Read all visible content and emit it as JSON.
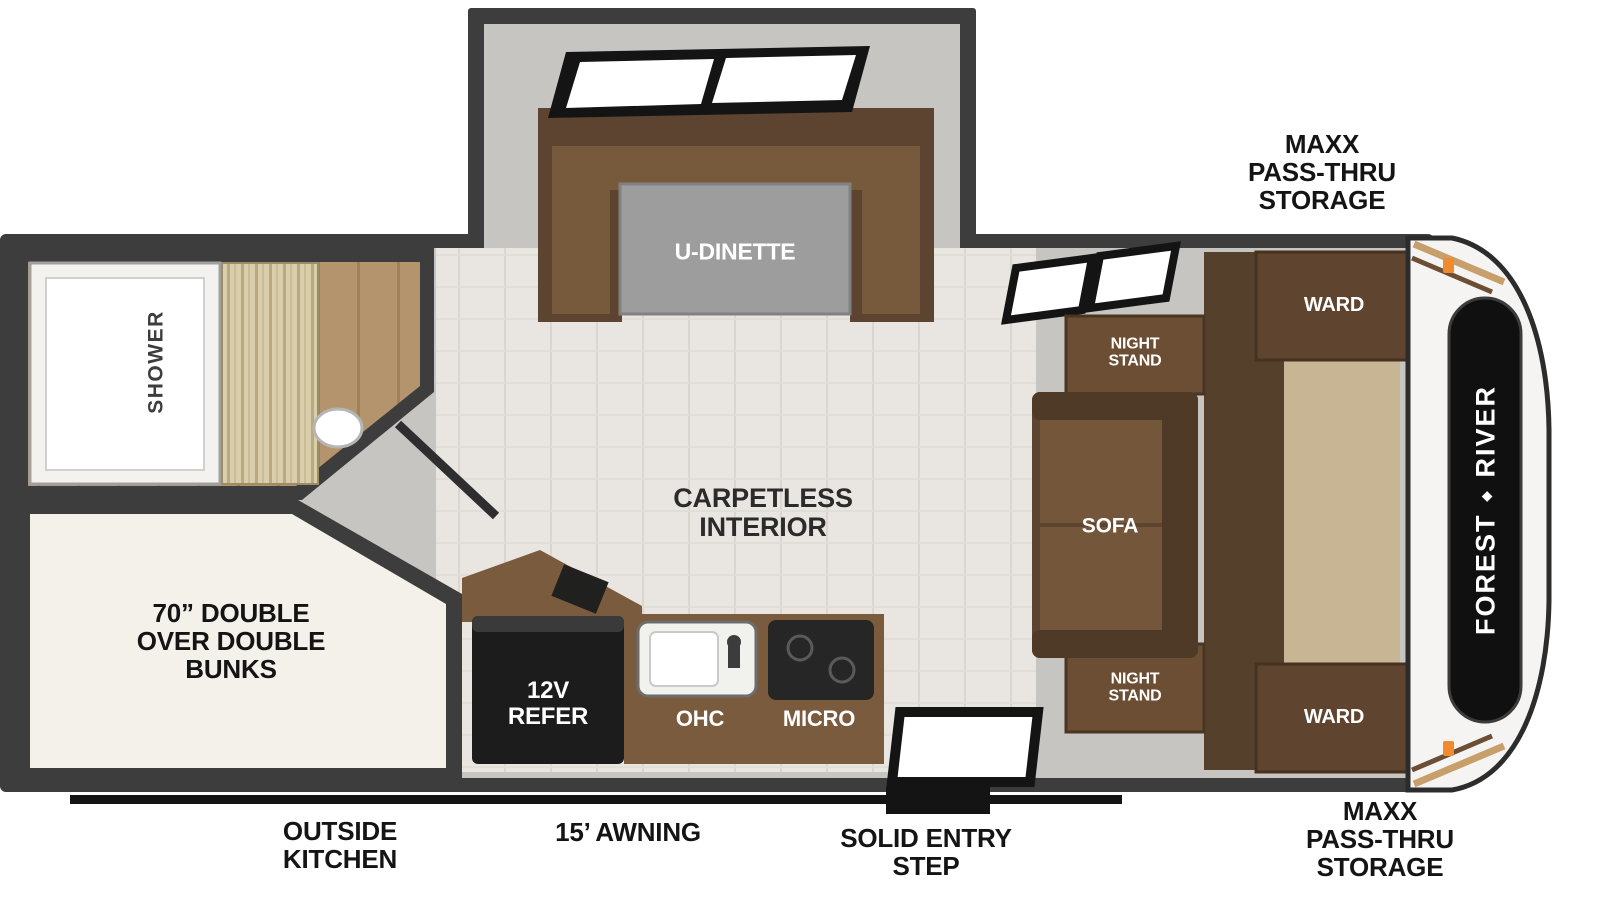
{
  "floorplan": {
    "brand": {
      "word1": "FOREST",
      "word2": "RIVER",
      "emblem": "◆"
    },
    "interior": {
      "dinette": "U-DINETTE",
      "carpetless": "CARPETLESS\nINTERIOR",
      "shower": "SHOWER",
      "bunks": "70” DOUBLE\nOVER DOUBLE\nBUNKS",
      "sofa": "SOFA",
      "night_stand_top": "NIGHT\nSTAND",
      "night_stand_bottom": "NIGHT\nSTAND",
      "ward_top": "WARD",
      "ward_bottom": "WARD",
      "refer": "12V\nREFER",
      "ohc": "OHC",
      "micro": "MICRO"
    },
    "exterior": {
      "storage_top": "MAXX\nPASS-THRU\nSTORAGE",
      "storage_bottom": "MAXX\nPASS-THRU\nSTORAGE",
      "outside_kitchen": "OUTSIDE\nKITCHEN",
      "awning": "15’ AWNING",
      "entry_step": "SOLID ENTRY\nSTEP"
    },
    "colors": {
      "wall": "#3d3d3d",
      "floor_trim": "#c7c5c1",
      "plank_floor": "#e9e6e1",
      "wood_floor": "#b3946c",
      "furniture_dark": "#5d4430",
      "furniture_mid": "#77593c",
      "bed_platform": "#c8b593",
      "bunk_mattress": "#f4f1ea",
      "table_gray": "#9d9d9d",
      "appliance_black": "#1c1c1c",
      "clearance_light": "#ef8b2e",
      "label_dark": "#141414",
      "label_light": "#ffffff"
    }
  }
}
